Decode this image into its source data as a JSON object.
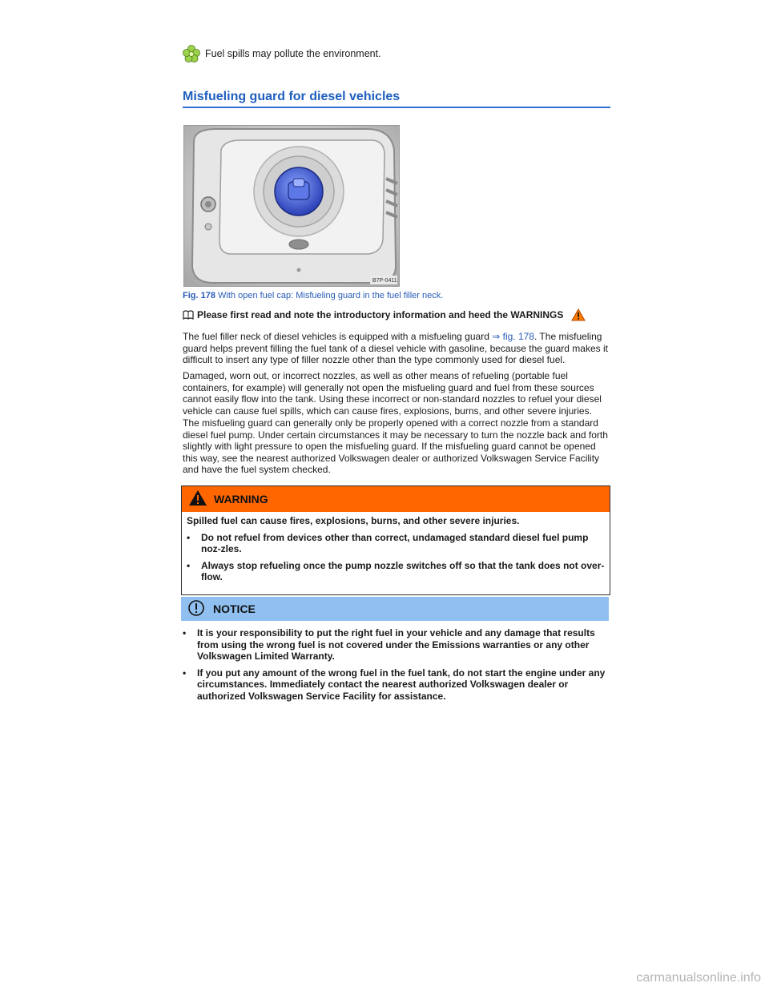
{
  "env_note": "Fuel spills may pollute the environment.",
  "section_title": "Misfueling guard for diesel vehicles",
  "figure": {
    "code": "B7P-0411",
    "label": "Fig. 178",
    "caption": "With open fuel cap: Misfueling guard in the fuel filler neck."
  },
  "intro": "Please first read and note the introductory information and heed the WARNINGS",
  "paragraphs": {
    "p1_a": "The fuel filler neck of diesel vehicles is equipped with a misfueling guard ",
    "p1_link": "⇒ fig. 178",
    "p1_b": ". The misfueling guard helps prevent filling the fuel tank of a diesel vehicle with gasoline, because the guard makes it difficult to insert any type of filler nozzle other than the type commonly used for diesel fuel.",
    "p2": "Damaged, worn out, or incorrect nozzles, as well as other means of refueling (portable fuel containers, for example) will generally not open the misfueling guard and fuel from these sources cannot easily flow into the tank. Using these incorrect or non-standard nozzles to refuel your diesel vehicle can cause fuel spills, which can cause fires, explosions, burns, and other severe injuries.",
    "p3": "The misfueling guard can generally only be properly opened with a correct nozzle from a standard diesel fuel pump. Under certain circumstances it may be necessary to turn the nozzle back and forth slightly with light pressure to open the misfueling guard. If the misfueling guard cannot be opened this way, see the nearest authorized Volkswagen dealer or authorized Volkswagen Service Facility and have the fuel system checked."
  },
  "warning": {
    "title": "WARNING",
    "lead": "Spilled fuel can cause fires, explosions, burns, and other severe injuries.",
    "items": [
      "Do not refuel from devices other than correct, undamaged standard diesel fuel pump noz-zles.",
      "Always stop refueling once the pump nozzle switches off so that the tank does not over-flow."
    ]
  },
  "notice": {
    "title": "NOTICE",
    "items": [
      "It is your responsibility to put the right fuel in your vehicle and any damage that results from using the wrong fuel is not covered under the Emissions warranties or any other Volkswagen Limited Warranty.",
      "If you put any amount of the wrong fuel in the fuel tank, do not start the engine under any circumstances. Immediately contact the nearest authorized Volkswagen dealer or authorized Volkswagen Service Facility for assistance."
    ]
  },
  "bullet_char": "•",
  "footer_mark": "carmanualsonline.info",
  "colors": {
    "warning_bar": "#ff6600",
    "notice_bar": "#8fc0f0",
    "title_blue": "#1f5fbf",
    "link_blue": "#2a5db8"
  },
  "icons": [
    "environment-flower-icon",
    "book-icon",
    "warning-triangle-icon",
    "notice-exclamation-icon"
  ]
}
